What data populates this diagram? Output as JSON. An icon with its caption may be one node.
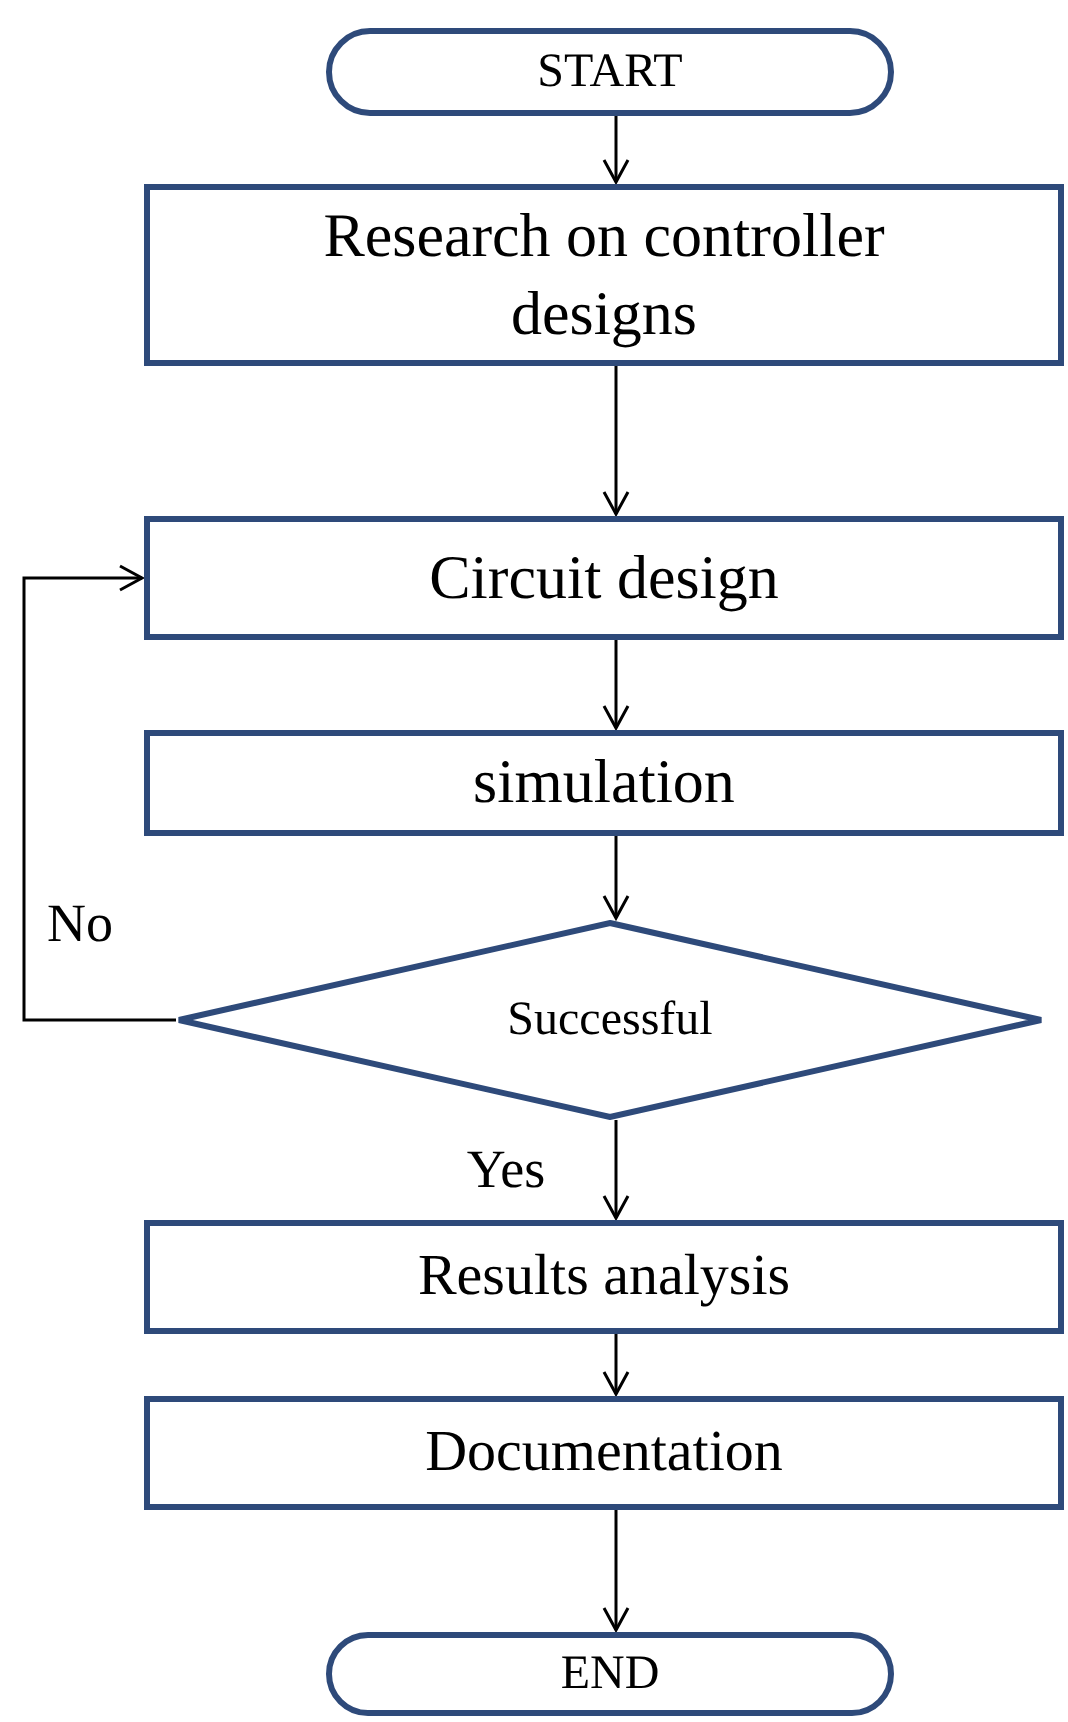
{
  "diagram": {
    "nodes": [
      {
        "text": [
          "START"
        ]
      },
      {
        "text": [
          "Research on controller designs"
        ]
      },
      {
        "text": [
          "Circuit design"
        ]
      },
      {
        "text": [
          "simulation"
        ]
      },
      {
        "text": [
          "Successful"
        ]
      },
      {
        "text": [
          "Results analysis"
        ]
      },
      {
        "text": [
          "Documentation"
        ]
      },
      {
        "text": [
          "END"
        ]
      }
    ],
    "edges": [
      {
        "from": 0,
        "to": 1,
        "arrow": "to"
      },
      {
        "from": 1,
        "to": 2,
        "arrow": "to"
      },
      {
        "from": 2,
        "to": 3,
        "arrow": "to"
      },
      {
        "from": 3,
        "to": 4,
        "arrow": "to"
      },
      {
        "from": 4,
        "to": 5,
        "arrow": "to",
        "label": "Yes"
      },
      {
        "from": 4,
        "to": 2,
        "arrow": "to",
        "label": "No"
      },
      {
        "from": 5,
        "to": 6,
        "arrow": "to"
      },
      {
        "from": 6,
        "to": 7,
        "arrow": "to"
      }
    ]
  }
}
